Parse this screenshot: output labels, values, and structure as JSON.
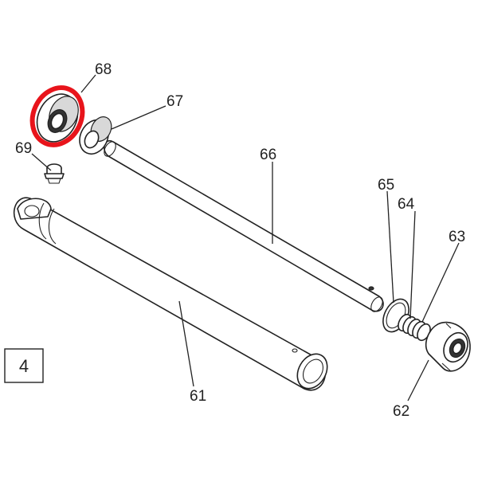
{
  "callouts": {
    "c61": "61",
    "c62": "62",
    "c63": "63",
    "c64": "64",
    "c65": "65",
    "c66": "66",
    "c67": "67",
    "c68": "68",
    "c69": "69"
  },
  "figure_number": "4",
  "highlight": {
    "target_callout": "68",
    "color": "#e8141b"
  }
}
